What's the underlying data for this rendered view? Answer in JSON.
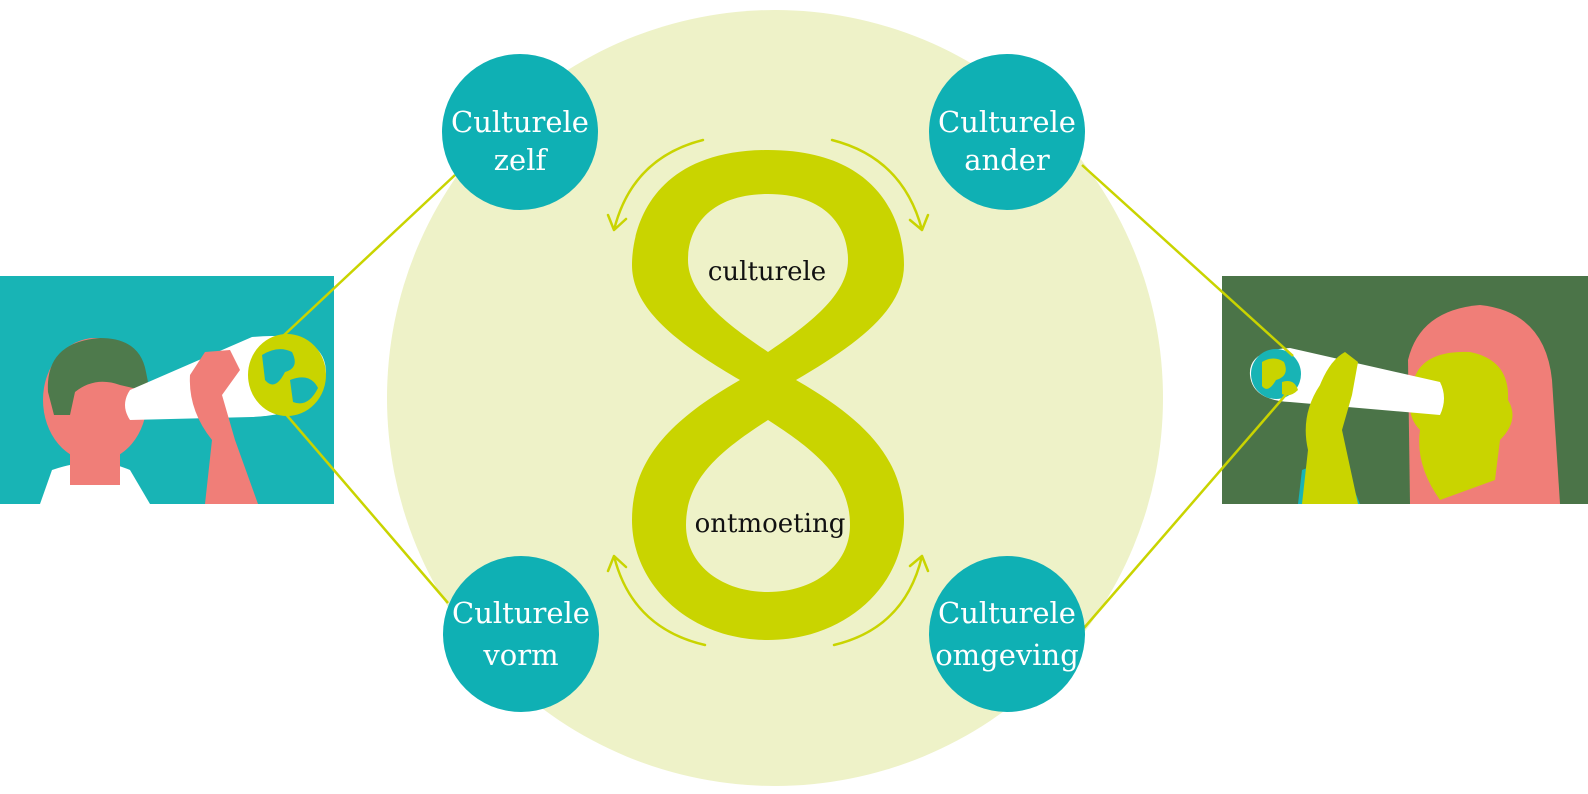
{
  "colors": {
    "background_disc": "#eef2c8",
    "figure_eight": "#c9d400",
    "node_fill": "#0fb0b4",
    "node_text": "#ffffff",
    "connector": "#c9d400",
    "left_panel": "#18b4b5",
    "right_panel": "#4b7448"
  },
  "center": {
    "top_label": "culturele",
    "bottom_label": "ontmoeting"
  },
  "nodes": {
    "top_left": {
      "line1": "Culturele",
      "line2": "zelf"
    },
    "top_right": {
      "line1": "Culturele",
      "line2": "ander"
    },
    "bottom_left": {
      "line1": "Culturele",
      "line2": "vorm"
    },
    "bottom_right": {
      "line1": "Culturele",
      "line2": "omgeving"
    }
  },
  "illustrations": {
    "left": "person-with-telescope-looking-right",
    "right": "person-with-telescope-looking-left"
  }
}
